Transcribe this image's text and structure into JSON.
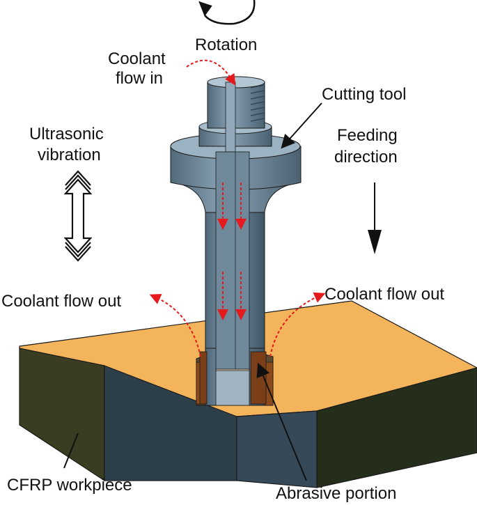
{
  "labels": {
    "rotation": "Rotation",
    "coolant_in_1": "Coolant",
    "coolant_in_2": "flow in",
    "cutting_tool": "Cutting tool",
    "ultrasonic_1": "Ultrasonic",
    "ultrasonic_2": "vibration",
    "feeding_1": "Feeding",
    "feeding_2": "direction",
    "coolant_out_left": "Coolant flow out",
    "coolant_out_right": "Coolant flow out",
    "cfrp_workpiece": "CFRP workpiece",
    "abrasive_portion": "Abrasive portion"
  },
  "colors": {
    "workpiece_top": "#f4b45c",
    "workpiece_side": "#2e3f4c",
    "workpiece_dark": "#3a3d22",
    "tool_body": "#5c7688",
    "tool_light": "#8aa3b4",
    "tool_dark": "#3e5464",
    "coolant_arrow": "#e41a1c",
    "abrasive": "#8a4a1c"
  },
  "icons": {
    "rotation": "circular-arrow-icon",
    "vibration": "double-headed-arrow-icon",
    "feed": "down-arrow-icon"
  }
}
